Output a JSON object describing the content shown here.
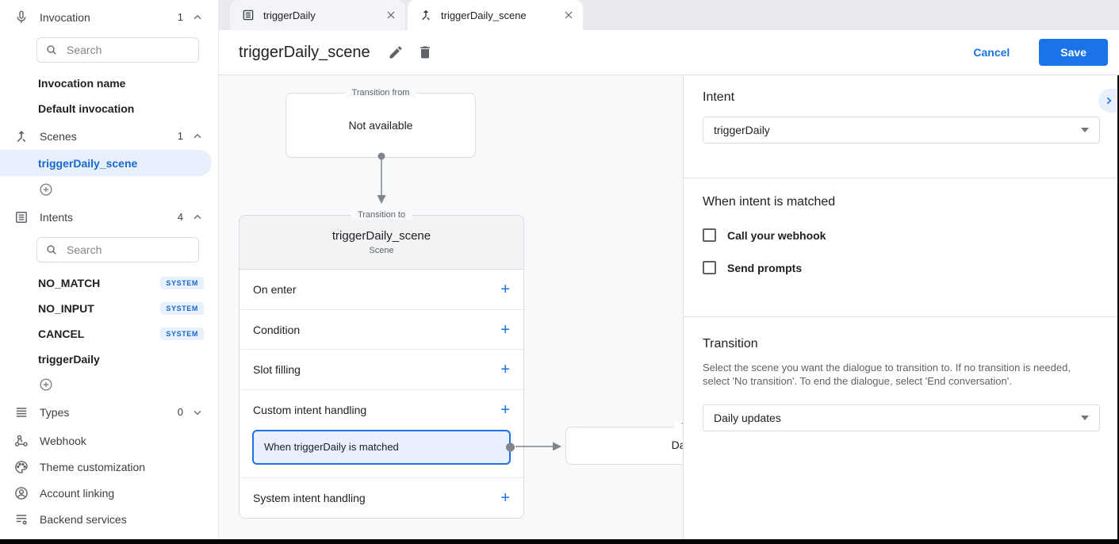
{
  "colors": {
    "accent": "#1a73e8",
    "selected_bg": "#e8f0fe",
    "badge_text": "#1967d2",
    "canvas_bg": "#f8f9fa"
  },
  "icons": {
    "add": "+"
  },
  "sidebar": {
    "invocation": {
      "label": "Invocation",
      "count": "1",
      "search_placeholder": "Search",
      "items": [
        {
          "label": "Invocation name"
        },
        {
          "label": "Default invocation"
        }
      ]
    },
    "scenes": {
      "label": "Scenes",
      "count": "1",
      "items": [
        {
          "label": "triggerDaily_scene",
          "selected": true
        }
      ]
    },
    "intents": {
      "label": "Intents",
      "count": "4",
      "search_placeholder": "Search",
      "items": [
        {
          "label": "NO_MATCH",
          "badge": "SYSTEM"
        },
        {
          "label": "NO_INPUT",
          "badge": "SYSTEM"
        },
        {
          "label": "CANCEL",
          "badge": "SYSTEM"
        },
        {
          "label": "triggerDaily",
          "badge": ""
        }
      ]
    },
    "types": {
      "label": "Types",
      "count": "0"
    },
    "links": [
      {
        "label": "Webhook"
      },
      {
        "label": "Theme customization"
      },
      {
        "label": "Account linking"
      },
      {
        "label": "Backend services"
      }
    ]
  },
  "tabs": [
    {
      "label": "triggerDaily",
      "active": false
    },
    {
      "label": "triggerDaily_scene",
      "active": true
    }
  ],
  "header": {
    "title": "triggerDaily_scene",
    "cancel_label": "Cancel",
    "save_label": "Save"
  },
  "canvas": {
    "transition_from": {
      "legend": "Transition from",
      "content": "Not available"
    },
    "scene_node": {
      "legend": "Transition to",
      "title": "triggerDaily_scene",
      "subtitle": "Scene",
      "sections": [
        {
          "label": "On enter"
        },
        {
          "label": "Condition"
        },
        {
          "label": "Slot filling"
        },
        {
          "label": "Custom intent handling",
          "child": "When triggerDaily is matched"
        },
        {
          "label": "System intent handling"
        }
      ]
    },
    "target_node": {
      "legend": "Transition to",
      "title": "Daily updates"
    }
  },
  "panel": {
    "intent": {
      "heading": "Intent",
      "value": "triggerDaily"
    },
    "matched": {
      "heading": "When intent is matched",
      "options": [
        {
          "label": "Call your webhook",
          "checked": false
        },
        {
          "label": "Send prompts",
          "checked": false
        }
      ]
    },
    "transition": {
      "heading": "Transition",
      "description": "Select the scene you want the dialogue to transition to. If no transition is needed, select 'No transition'. To end the dialogue, select 'End conversation'.",
      "value": "Daily updates"
    }
  }
}
